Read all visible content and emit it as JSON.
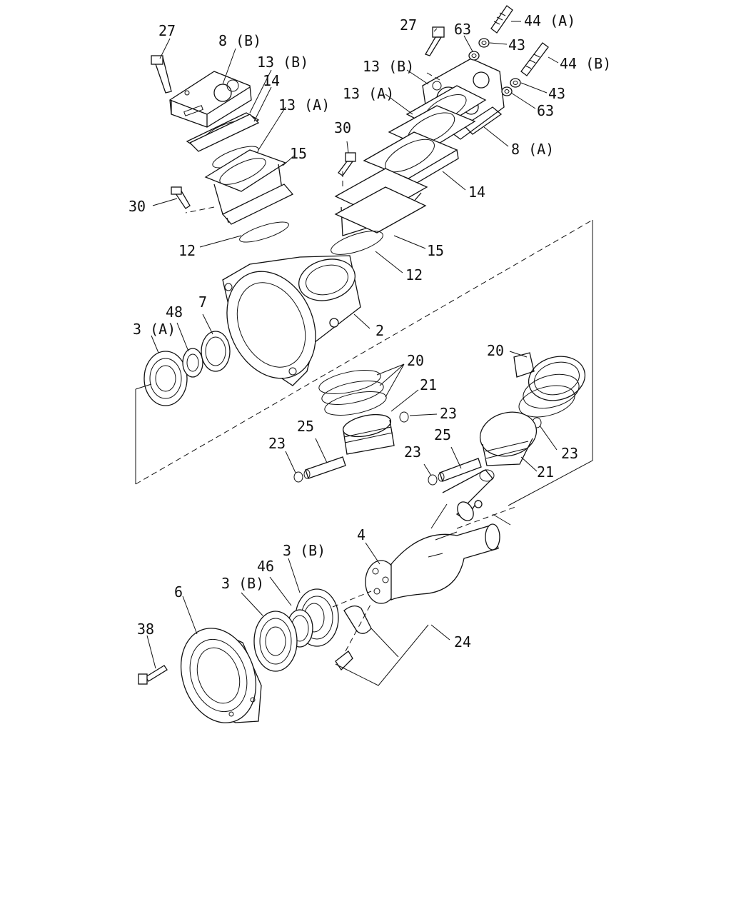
{
  "labels": {
    "l27_left": "27",
    "l8B": "8 (B)",
    "l13B_left": "13 (B)",
    "l14_left": "14",
    "l13A_left": "13 (A)",
    "l15_left": "15",
    "l30_left": "30",
    "l12_left": "12",
    "l27_right": "27",
    "l63_top": "63",
    "l44A": "44 (A)",
    "l43_top": "43",
    "l44B": "44 (B)",
    "l13B_right": "13 (B)",
    "l43_right": "43",
    "l13A_right": "13 (A)",
    "l63_right": "63",
    "l30_right": "30",
    "l8A": "8 (A)",
    "l14_right": "14",
    "l15_right": "15",
    "l12_right": "12",
    "l2": "2",
    "l48": "48",
    "l7": "7",
    "l3A": "3 (A)",
    "l20_mid": "20",
    "l20_right": "20",
    "l21_mid": "21",
    "l23_mid": "23",
    "l23_ring": "23",
    "l25_left": "25",
    "l23_left": "23",
    "l25_right": "25",
    "l23_right2": "23",
    "l21_right": "21",
    "l4": "4",
    "l3B_right": "3 (B)",
    "l46": "46",
    "l3B_left": "3 (B)",
    "l6": "6",
    "l38": "38",
    "l24": "24"
  }
}
